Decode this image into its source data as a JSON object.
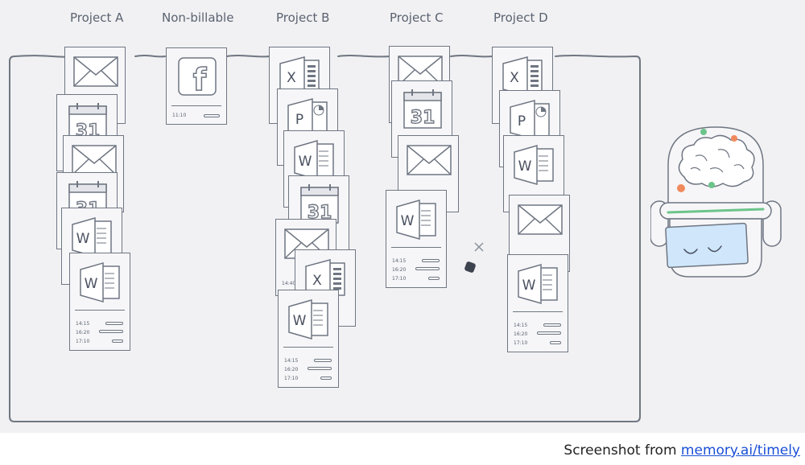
{
  "columns": [
    {
      "label": "Project A"
    },
    {
      "label": "Non-billable"
    },
    {
      "label": "Project B"
    },
    {
      "label": "Project C"
    },
    {
      "label": "Project D"
    }
  ],
  "cards": {
    "nonbillable_time": "11:10",
    "a_times": [
      "14:15",
      "16:20",
      "17:10"
    ],
    "b_side_time": "14:40",
    "b_times": [
      "14:15",
      "16:20",
      "17:10"
    ],
    "c_times": [
      "14:15",
      "16:20",
      "17:10"
    ],
    "d_times": [
      "14:15",
      "16:20",
      "17:10"
    ]
  },
  "icons": {
    "excel_letter": "X",
    "powerpoint_letter": "P",
    "word_letter": "W",
    "calendar_day": "31",
    "facebook_letter": "f"
  },
  "footer": {
    "prefix": "Screenshot from ",
    "link_text": "memory.ai/timely"
  },
  "colors": {
    "background": "#f1f1f3",
    "stroke": "#6f7682",
    "robot_green": "#6cc48a",
    "robot_screen": "#cfe6fb",
    "robot_orange": "#f08a5d",
    "link": "#1a4fd6"
  }
}
